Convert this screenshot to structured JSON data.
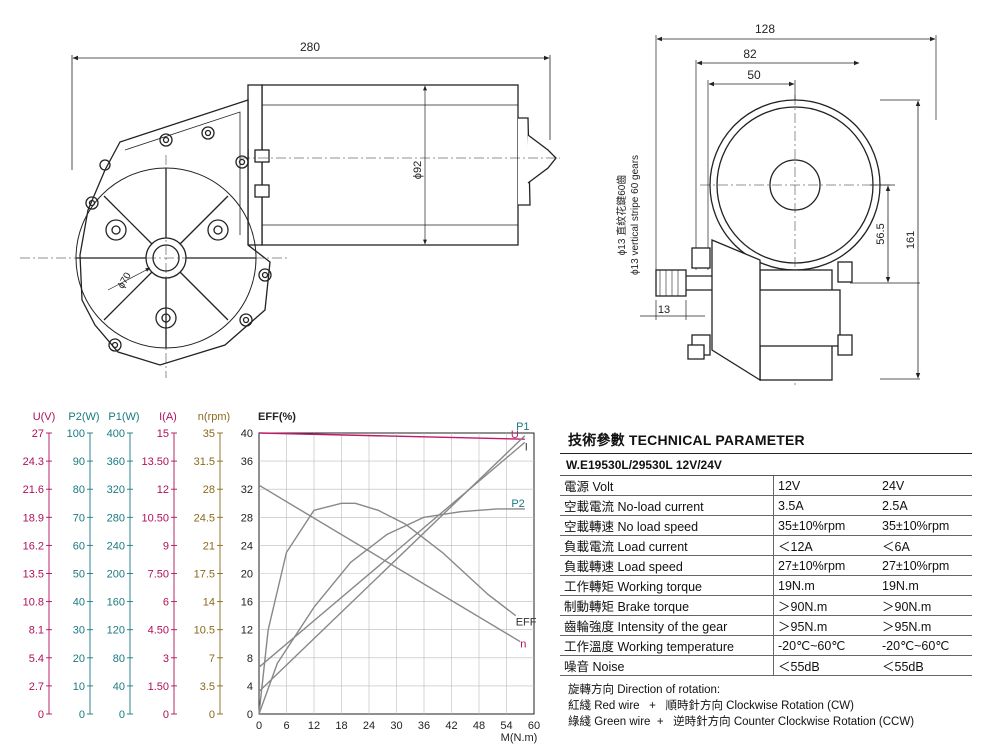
{
  "drawing": {
    "dim_length": "280",
    "dim_width": "128",
    "dim_82": "82",
    "dim_50": "50",
    "dim_dia92": "ϕ92",
    "dim_dia70": "ϕ70",
    "dim_565": "56.5",
    "dim_161": "161",
    "dim_13": "13",
    "shaft_note_cn": "ϕ13 直紋花鍵60齒",
    "shaft_note_en": "ϕ13 vertical stripe 60 gears"
  },
  "chart_data": {
    "type": "line",
    "xlabel": "M(N.m)",
    "x_ticks": [
      "0",
      "6",
      "12",
      "18",
      "24",
      "30",
      "36",
      "42",
      "48",
      "54",
      "60"
    ],
    "xlim": [
      0,
      60
    ],
    "left_axes": [
      {
        "header": "U(V)",
        "color": "#b0105a",
        "ticks": [
          "27",
          "24.3",
          "21.6",
          "18.9",
          "16.2",
          "13.5",
          "10.8",
          "8.1",
          "5.4",
          "2.7",
          "0"
        ]
      },
      {
        "header": "P2(W)",
        "color": "#1a7a80",
        "ticks": [
          "100",
          "90",
          "80",
          "70",
          "60",
          "50",
          "40",
          "30",
          "20",
          "10",
          "0"
        ]
      },
      {
        "header": "P1(W)",
        "color": "#1a7a80",
        "ticks": [
          "400",
          "360",
          "320",
          "280",
          "240",
          "200",
          "160",
          "120",
          "80",
          "40",
          "0"
        ]
      },
      {
        "header": "I(A)",
        "color": "#b0105a",
        "ticks": [
          "15",
          "13.50",
          "12",
          "10.50",
          "9",
          "7.50",
          "6",
          "4.50",
          "3",
          "1.50",
          "0"
        ]
      },
      {
        "header": "n(rpm)",
        "color": "#8a6a1a",
        "ticks": [
          "35",
          "31.5",
          "28",
          "24.5",
          "21",
          "17.5",
          "14",
          "10.5",
          "7",
          "3.5",
          "0"
        ]
      }
    ],
    "y_header": "EFF(%)",
    "y_ticks": [
      "40",
      "36",
      "32",
      "28",
      "24",
      "20",
      "16",
      "12",
      "8",
      "4",
      "0"
    ],
    "ylim": [
      0,
      40
    ],
    "series": [
      {
        "name": "U",
        "axis": "U(V)",
        "color": "#c0186a",
        "x": [
          0,
          58
        ],
        "y": [
          27,
          26.4
        ]
      },
      {
        "name": "P1",
        "axis": "P1(W)",
        "color": "#888888",
        "x": [
          0,
          58
        ],
        "y": [
          32,
          396
        ]
      },
      {
        "name": "I",
        "axis": "I(A)",
        "color": "#888888",
        "x": [
          0,
          58
        ],
        "y": [
          2.5,
          14.5
        ]
      },
      {
        "name": "P2",
        "axis": "P2(W)",
        "color": "#888888",
        "x": [
          0,
          4,
          12,
          20,
          28,
          36,
          44,
          52,
          58
        ],
        "y": [
          0,
          18,
          38,
          54,
          64,
          70,
          72,
          73,
          73
        ]
      },
      {
        "name": "EFF",
        "axis": "EFF(%)",
        "color": "#888888",
        "x": [
          0,
          2,
          6,
          12,
          18,
          21,
          26,
          32,
          40,
          50,
          56
        ],
        "y": [
          0,
          12,
          23,
          29,
          30,
          30,
          29,
          27,
          23,
          17,
          14
        ]
      },
      {
        "name": "n",
        "axis": "n(rpm)",
        "color": "#888888",
        "x": [
          0,
          57
        ],
        "y": [
          28.5,
          9
        ]
      }
    ],
    "series_labels": [
      {
        "text": "U",
        "color": "#c0186a"
      },
      {
        "text": "P1",
        "color": "#1a7a80"
      },
      {
        "text": "I",
        "color": "#333333"
      },
      {
        "text": "P2",
        "color": "#1a7a80"
      },
      {
        "text": "EFF",
        "color": "#333333"
      },
      {
        "text": "n",
        "color": "#b0105a"
      }
    ]
  },
  "tech": {
    "title": "技術參數 TECHNICAL PARAMETER",
    "model": "W.E19530L/29530L    12V/24V",
    "rows": [
      {
        "label": "電源 Volt",
        "v12": "12V",
        "v24": "24V"
      },
      {
        "label": "空載電流 No-load current",
        "v12": "3.5A",
        "v24": "2.5A"
      },
      {
        "label": "空載轉速 No load speed",
        "v12": "35±10%rpm",
        "v24": "35±10%rpm"
      },
      {
        "label": "負載電流 Load current",
        "v12": "＜12A",
        "v24": "＜6A"
      },
      {
        "label": "負載轉速 Load speed",
        "v12": "27±10%rpm",
        "v24": "27±10%rpm"
      },
      {
        "label": "工作轉矩 Working torque",
        "v12": "19N.m",
        "v24": "19N.m"
      },
      {
        "label": "制動轉矩 Brake torque",
        "v12": "＞90N.m",
        "v24": "＞90N.m"
      },
      {
        "label": "齒輪強度 Intensity of the gear",
        "v12": "＞95N.m",
        "v24": "＞95N.m"
      },
      {
        "label": "工作溫度 Working temperature",
        "v12": "-20℃~60℃",
        "v24": "-20℃~60℃"
      },
      {
        "label": "噪音 Noise",
        "v12": "＜55dB",
        "v24": "＜55dB"
      }
    ],
    "rotation_title": "旋轉方向 Direction of rotation:",
    "rotation_red": "紅綫 Red wire   +   順時針方向 Clockwise Rotation (CW)",
    "rotation_green": "綠綫 Green wire  +   逆時針方向 Counter Clockwise Rotation (CCW)"
  }
}
